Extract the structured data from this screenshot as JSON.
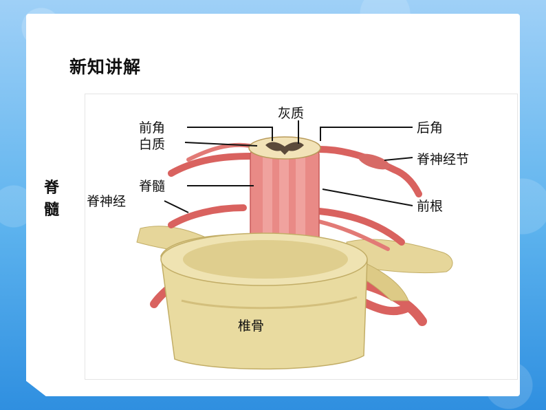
{
  "slide": {
    "title": "新知讲解",
    "side_label_chars": [
      "脊",
      "髓"
    ]
  },
  "diagram": {
    "labels": {
      "gray_matter": "灰质",
      "anterior_horn": "前角",
      "posterior_horn": "后角",
      "white_matter": "白质",
      "spinal_ganglion": "脊神经节",
      "spinal_cord": "脊髓",
      "spinal_nerve": "脊神经",
      "anterior_root": "前根",
      "vertebra": "椎骨"
    },
    "colors": {
      "bone": "#e9dba0",
      "bone_dark": "#c9b46a",
      "cord": "#e98a86",
      "cord_dark": "#c85a58",
      "nerve": "#d9625f"
    }
  }
}
